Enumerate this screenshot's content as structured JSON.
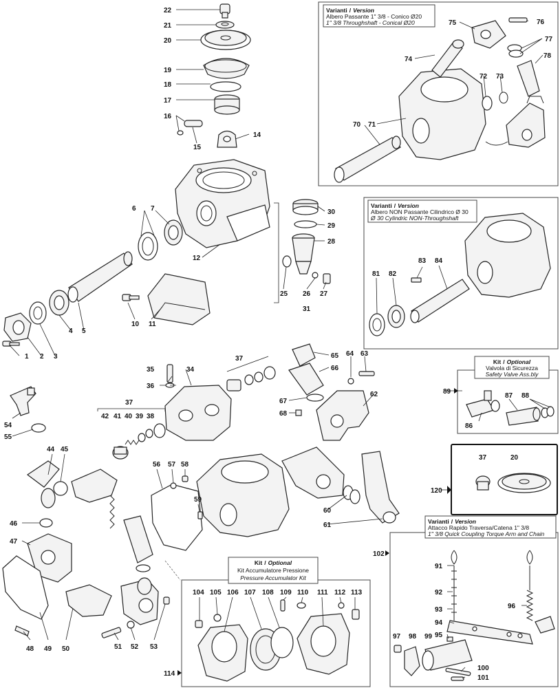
{
  "callouts": {
    "n1": "1",
    "n2": "2",
    "n3": "3",
    "n4": "4",
    "n5": "5",
    "n6": "6",
    "n7": "7",
    "n10": "10",
    "n11": "11",
    "n12": "12",
    "n14": "14",
    "n15": "15",
    "n16": "16",
    "n17": "17",
    "n18": "18",
    "n19": "19",
    "n20": "20",
    "n21": "21",
    "n22": "22",
    "n25": "25",
    "n26": "26",
    "n27": "27",
    "n28": "28",
    "n29": "29",
    "n30": "30",
    "n31": "31",
    "n34": "34",
    "n35": "35",
    "n36": "36",
    "n37a": "37",
    "n37b": "37",
    "n38": "38",
    "n39": "39",
    "n40": "40",
    "n41": "41",
    "n42": "42",
    "n44": "44",
    "n45": "45",
    "n46": "46",
    "n47": "47",
    "n48": "48",
    "n49": "49",
    "n50": "50",
    "n51": "51",
    "n52": "52",
    "n53": "53",
    "n54": "54",
    "n55": "55",
    "n56": "56",
    "n57": "57",
    "n58": "58",
    "n59": "59",
    "n60": "60",
    "n61": "61",
    "n62": "62",
    "n63": "63",
    "n64": "64",
    "n65": "65",
    "n66": "66",
    "n67": "67",
    "n68": "68",
    "n70": "70",
    "n71": "71",
    "n72": "72",
    "n73": "73",
    "n74": "74",
    "n75": "75",
    "n76": "76",
    "n77": "77",
    "n78": "78",
    "n81": "81",
    "n82": "82",
    "n83": "83",
    "n84": "84",
    "n86": "86",
    "n87": "87",
    "n88": "88",
    "n89": "89",
    "n91": "91",
    "n92": "92",
    "n93": "93",
    "n94": "94",
    "n95": "95",
    "n96": "96",
    "n97": "97",
    "n98": "98",
    "n99": "99",
    "n100": "100",
    "n101": "101",
    "n102": "102",
    "n104": "104",
    "n105": "105",
    "n106": "106",
    "n107": "107",
    "n108": "108",
    "n109": "109",
    "n110": "110",
    "n111": "111",
    "n112": "112",
    "n113": "113",
    "n114": "114",
    "n120": "120",
    "k120_37": "37",
    "k120_20": "20"
  },
  "boxes": {
    "version_conical": {
      "tag_it": "Varianti",
      "tag_sep": "/",
      "tag_en": "Version",
      "line1": "Albero Passante 1\" 3/8 - Conico Ø20",
      "line2": "1\" 3/8 Throughshaft - Conical Ø20"
    },
    "version_cylindric": {
      "tag_it": "Varianti",
      "tag_sep": "/",
      "tag_en": "Version",
      "line1": "Albero NON Passante Cilindrico Ø 30",
      "line2": "Ø 30 Cylindric NON-Throughshaft"
    },
    "kit_safety": {
      "tag_it": "Kit",
      "tag_sep": "/",
      "tag_en": "Optional",
      "line1": "Valvola di Sicurezza",
      "line2": "Safety Valve Ass.bly"
    },
    "version_coupling": {
      "tag_it": "Varianti",
      "tag_sep": "/",
      "tag_en": "Version",
      "line1": "Attacco Rapido Traversa/Catena 1\" 3/8",
      "line2": "1\" 3/8 Quick Coupling Torque Arm and Chain"
    },
    "kit_accumulator": {
      "tag_it": "Kit",
      "tag_sep": "/",
      "tag_en": "Optional",
      "line1": "Kit Accumulatore Pressione",
      "line2": "Pressure Accumulator Kit"
    }
  }
}
